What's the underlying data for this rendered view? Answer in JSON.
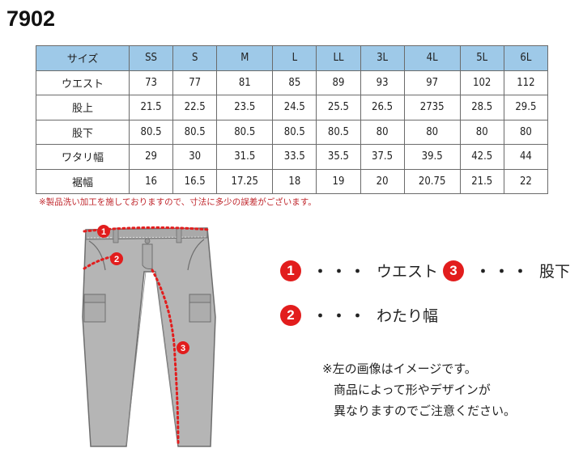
{
  "model": "7902",
  "table": {
    "headers": [
      "サイズ",
      "SS",
      "S",
      "M",
      "L",
      "LL",
      "3L",
      "4L",
      "5L",
      "6L"
    ],
    "rows": [
      [
        "ウエスト",
        "73",
        "77",
        "81",
        "85",
        "89",
        "93",
        "97",
        "102",
        "112"
      ],
      [
        "股上",
        "21.5",
        "22.5",
        "23.5",
        "24.5",
        "25.5",
        "26.5",
        "2735",
        "28.5",
        "29.5"
      ],
      [
        "股下",
        "80.5",
        "80.5",
        "80.5",
        "80.5",
        "80.5",
        "80",
        "80",
        "80",
        "80"
      ],
      [
        "ワタリ幅",
        "29",
        "30",
        "31.5",
        "33.5",
        "35.5",
        "37.5",
        "39.5",
        "42.5",
        "44"
      ],
      [
        "裾幅",
        "16",
        "16.5",
        "17.25",
        "18",
        "19",
        "20",
        "20.75",
        "21.5",
        "22"
      ]
    ]
  },
  "note": "※製品洗い加工を施しておりますので、寸法に多少の誤差がございます。",
  "legend": [
    {
      "num": "1",
      "dots": "・・・",
      "label": "ウエスト"
    },
    {
      "num": "3",
      "dots": "・・・",
      "label": "股下"
    },
    {
      "num": "2",
      "dots": "・・・",
      "label": "わたり幅"
    }
  ],
  "diagram_markers": [
    "1",
    "2",
    "3"
  ],
  "remarks": [
    "※左の画像はイメージです。",
    "商品によって形やデザインが",
    "異なりますのでご注意ください。"
  ],
  "colors": {
    "header_bg": "#9ec9e8",
    "accent_red": "#e21d1d",
    "note_red": "#c0272d",
    "pants_gray": "#b5b5b5"
  }
}
